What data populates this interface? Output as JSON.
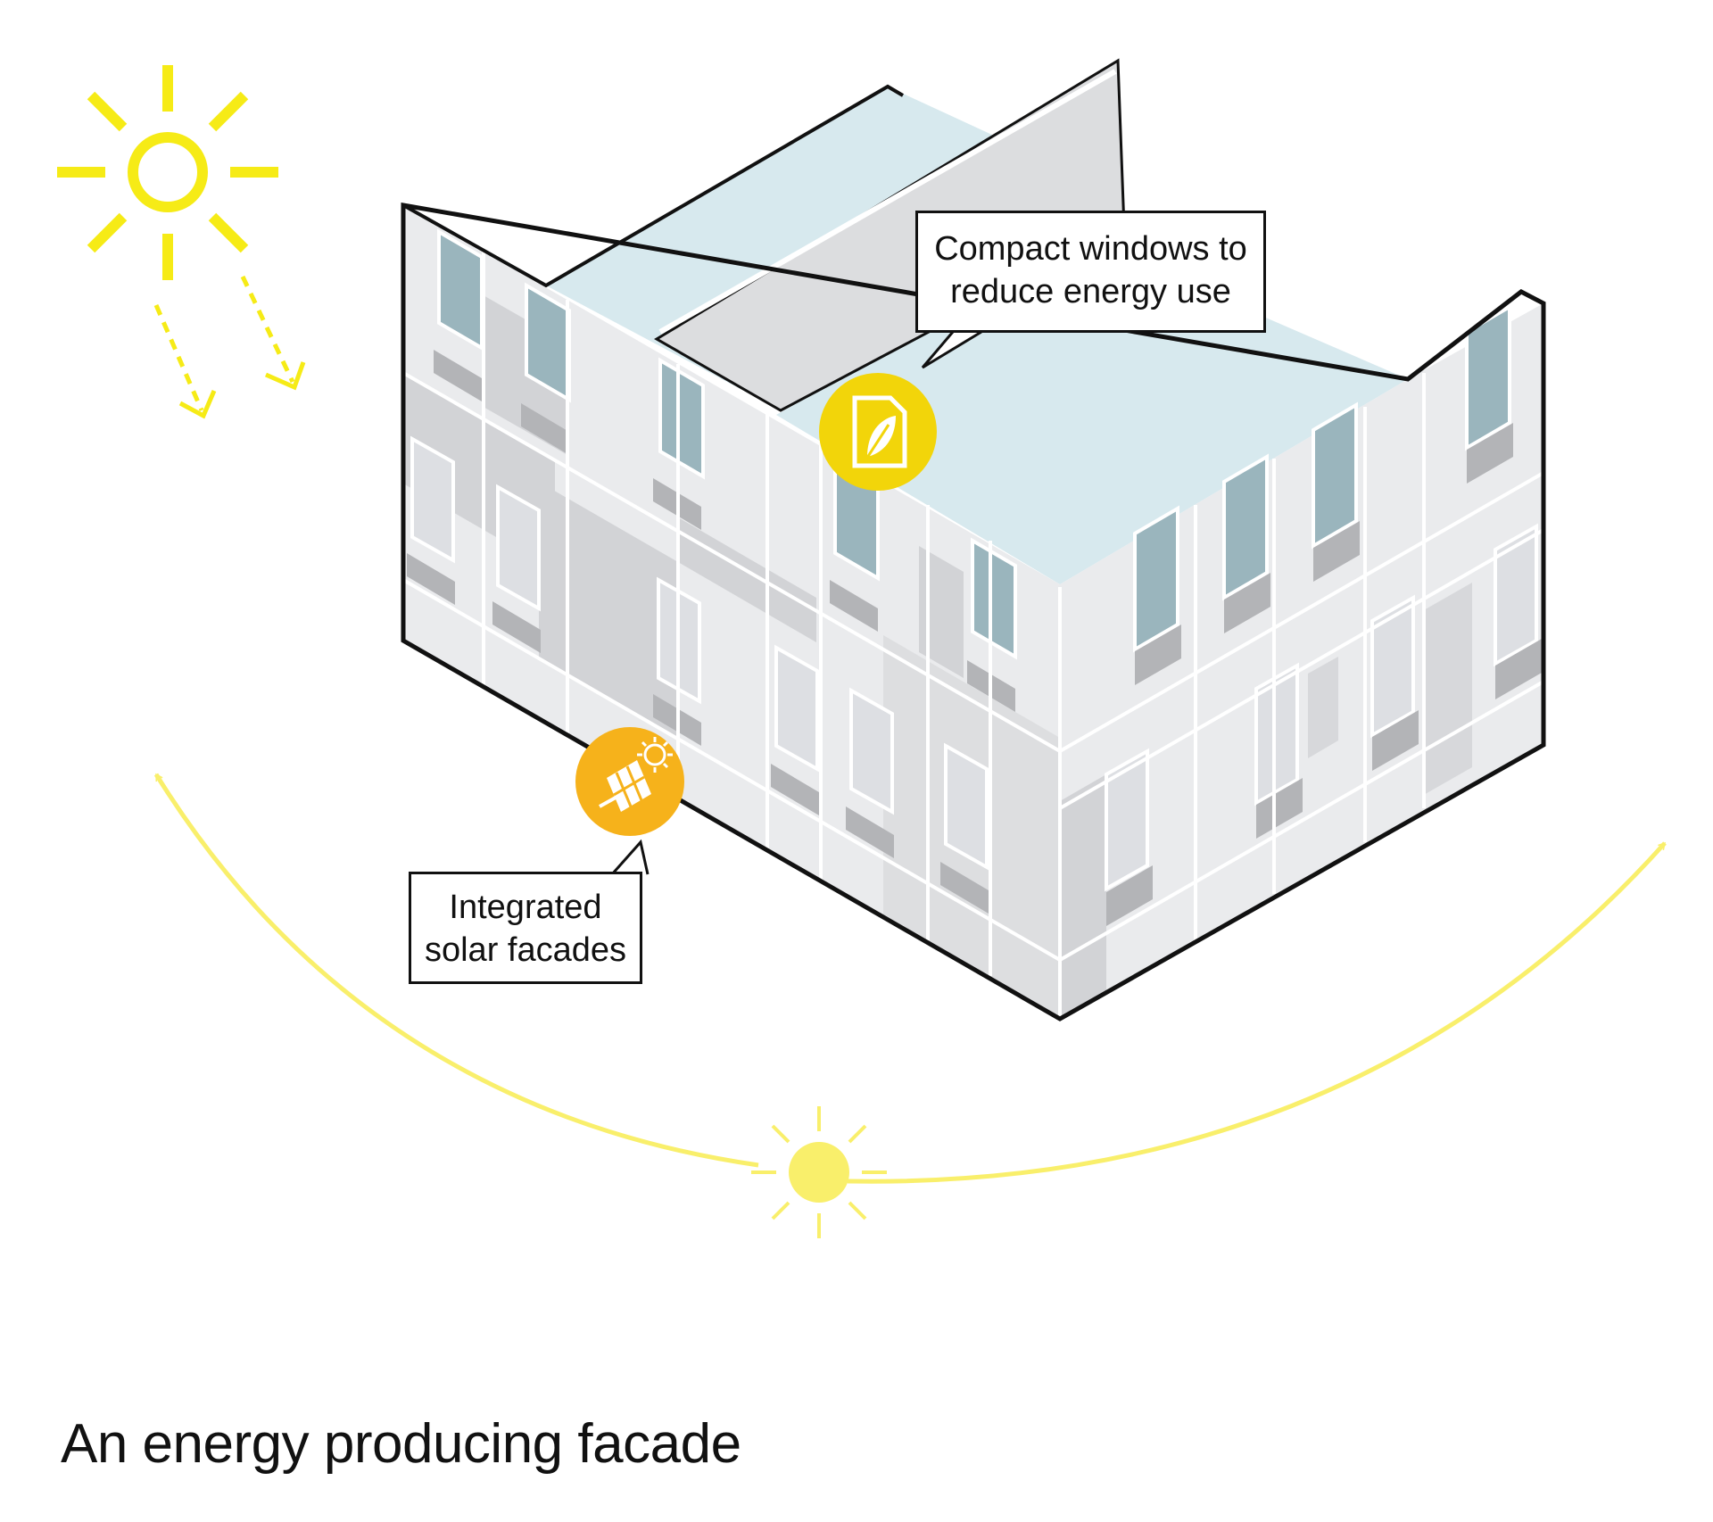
{
  "title": "An energy producing facade",
  "callouts": {
    "windows": {
      "line1": "Compact windows to",
      "line2": "reduce energy use"
    },
    "solar": {
      "line1": "Integrated",
      "line2": "solar facades"
    }
  },
  "icons": {
    "windows_badge": "leaf-document-icon",
    "solar_badge": "solar-panel-icon",
    "sun_top": "sun-icon",
    "sun_bottom": "sun-icon"
  },
  "colors": {
    "sun_yellow": "#f6eb16",
    "arc_yellow": "#f9ef6b",
    "badge_yellow": "#f2d50a",
    "badge_orange": "#f6b21b",
    "roof": "#d7e9ee",
    "facade_light": "#eaebed",
    "facade_mid": "#d2d3d6",
    "facade_dark": "#b3b4b7",
    "glass": "#9ab5bd",
    "outline": "#111111"
  }
}
